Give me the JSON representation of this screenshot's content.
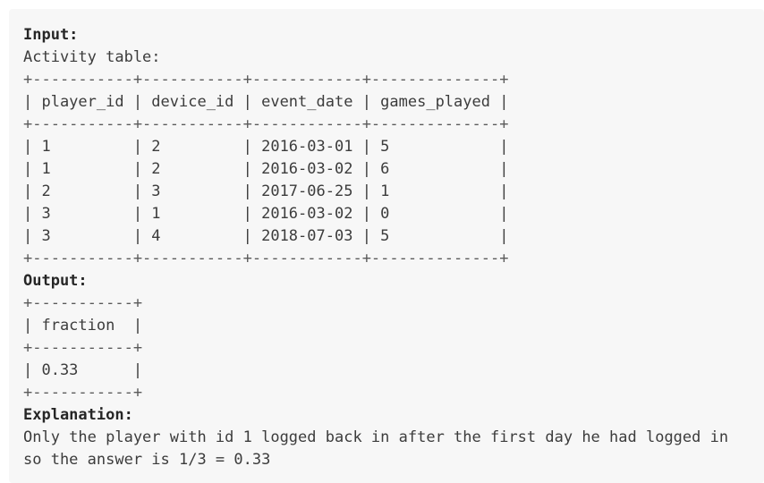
{
  "lines": [
    {
      "text": "Input:",
      "kind": "heading"
    },
    {
      "text": "Activity table:",
      "kind": "text"
    },
    {
      "text": "+-----------+-----------+------------+--------------+",
      "kind": "border"
    },
    {
      "text": "| player_id | device_id | event_date | games_played |",
      "kind": "text"
    },
    {
      "text": "+-----------+-----------+------------+--------------+",
      "kind": "border"
    },
    {
      "text": "| 1         | 2         | 2016-03-01 | 5            |",
      "kind": "text"
    },
    {
      "text": "| 1         | 2         | 2016-03-02 | 6            |",
      "kind": "text"
    },
    {
      "text": "| 2         | 3         | 2017-06-25 | 1            |",
      "kind": "text"
    },
    {
      "text": "| 3         | 1         | 2016-03-02 | 0            |",
      "kind": "text"
    },
    {
      "text": "| 3         | 4         | 2018-07-03 | 5            |",
      "kind": "text"
    },
    {
      "text": "+-----------+-----------+------------+--------------+",
      "kind": "border"
    },
    {
      "text": "Output:",
      "kind": "heading"
    },
    {
      "text": "+-----------+",
      "kind": "border"
    },
    {
      "text": "| fraction  |",
      "kind": "text"
    },
    {
      "text": "+-----------+",
      "kind": "border"
    },
    {
      "text": "| 0.33      |",
      "kind": "text"
    },
    {
      "text": "+-----------+",
      "kind": "border"
    },
    {
      "text": "Explanation:",
      "kind": "heading"
    },
    {
      "text": "Only the player with id 1 logged back in after the first day he had logged in",
      "kind": "text"
    },
    {
      "text": "so the answer is 1/3 = 0.33",
      "kind": "text"
    }
  ]
}
